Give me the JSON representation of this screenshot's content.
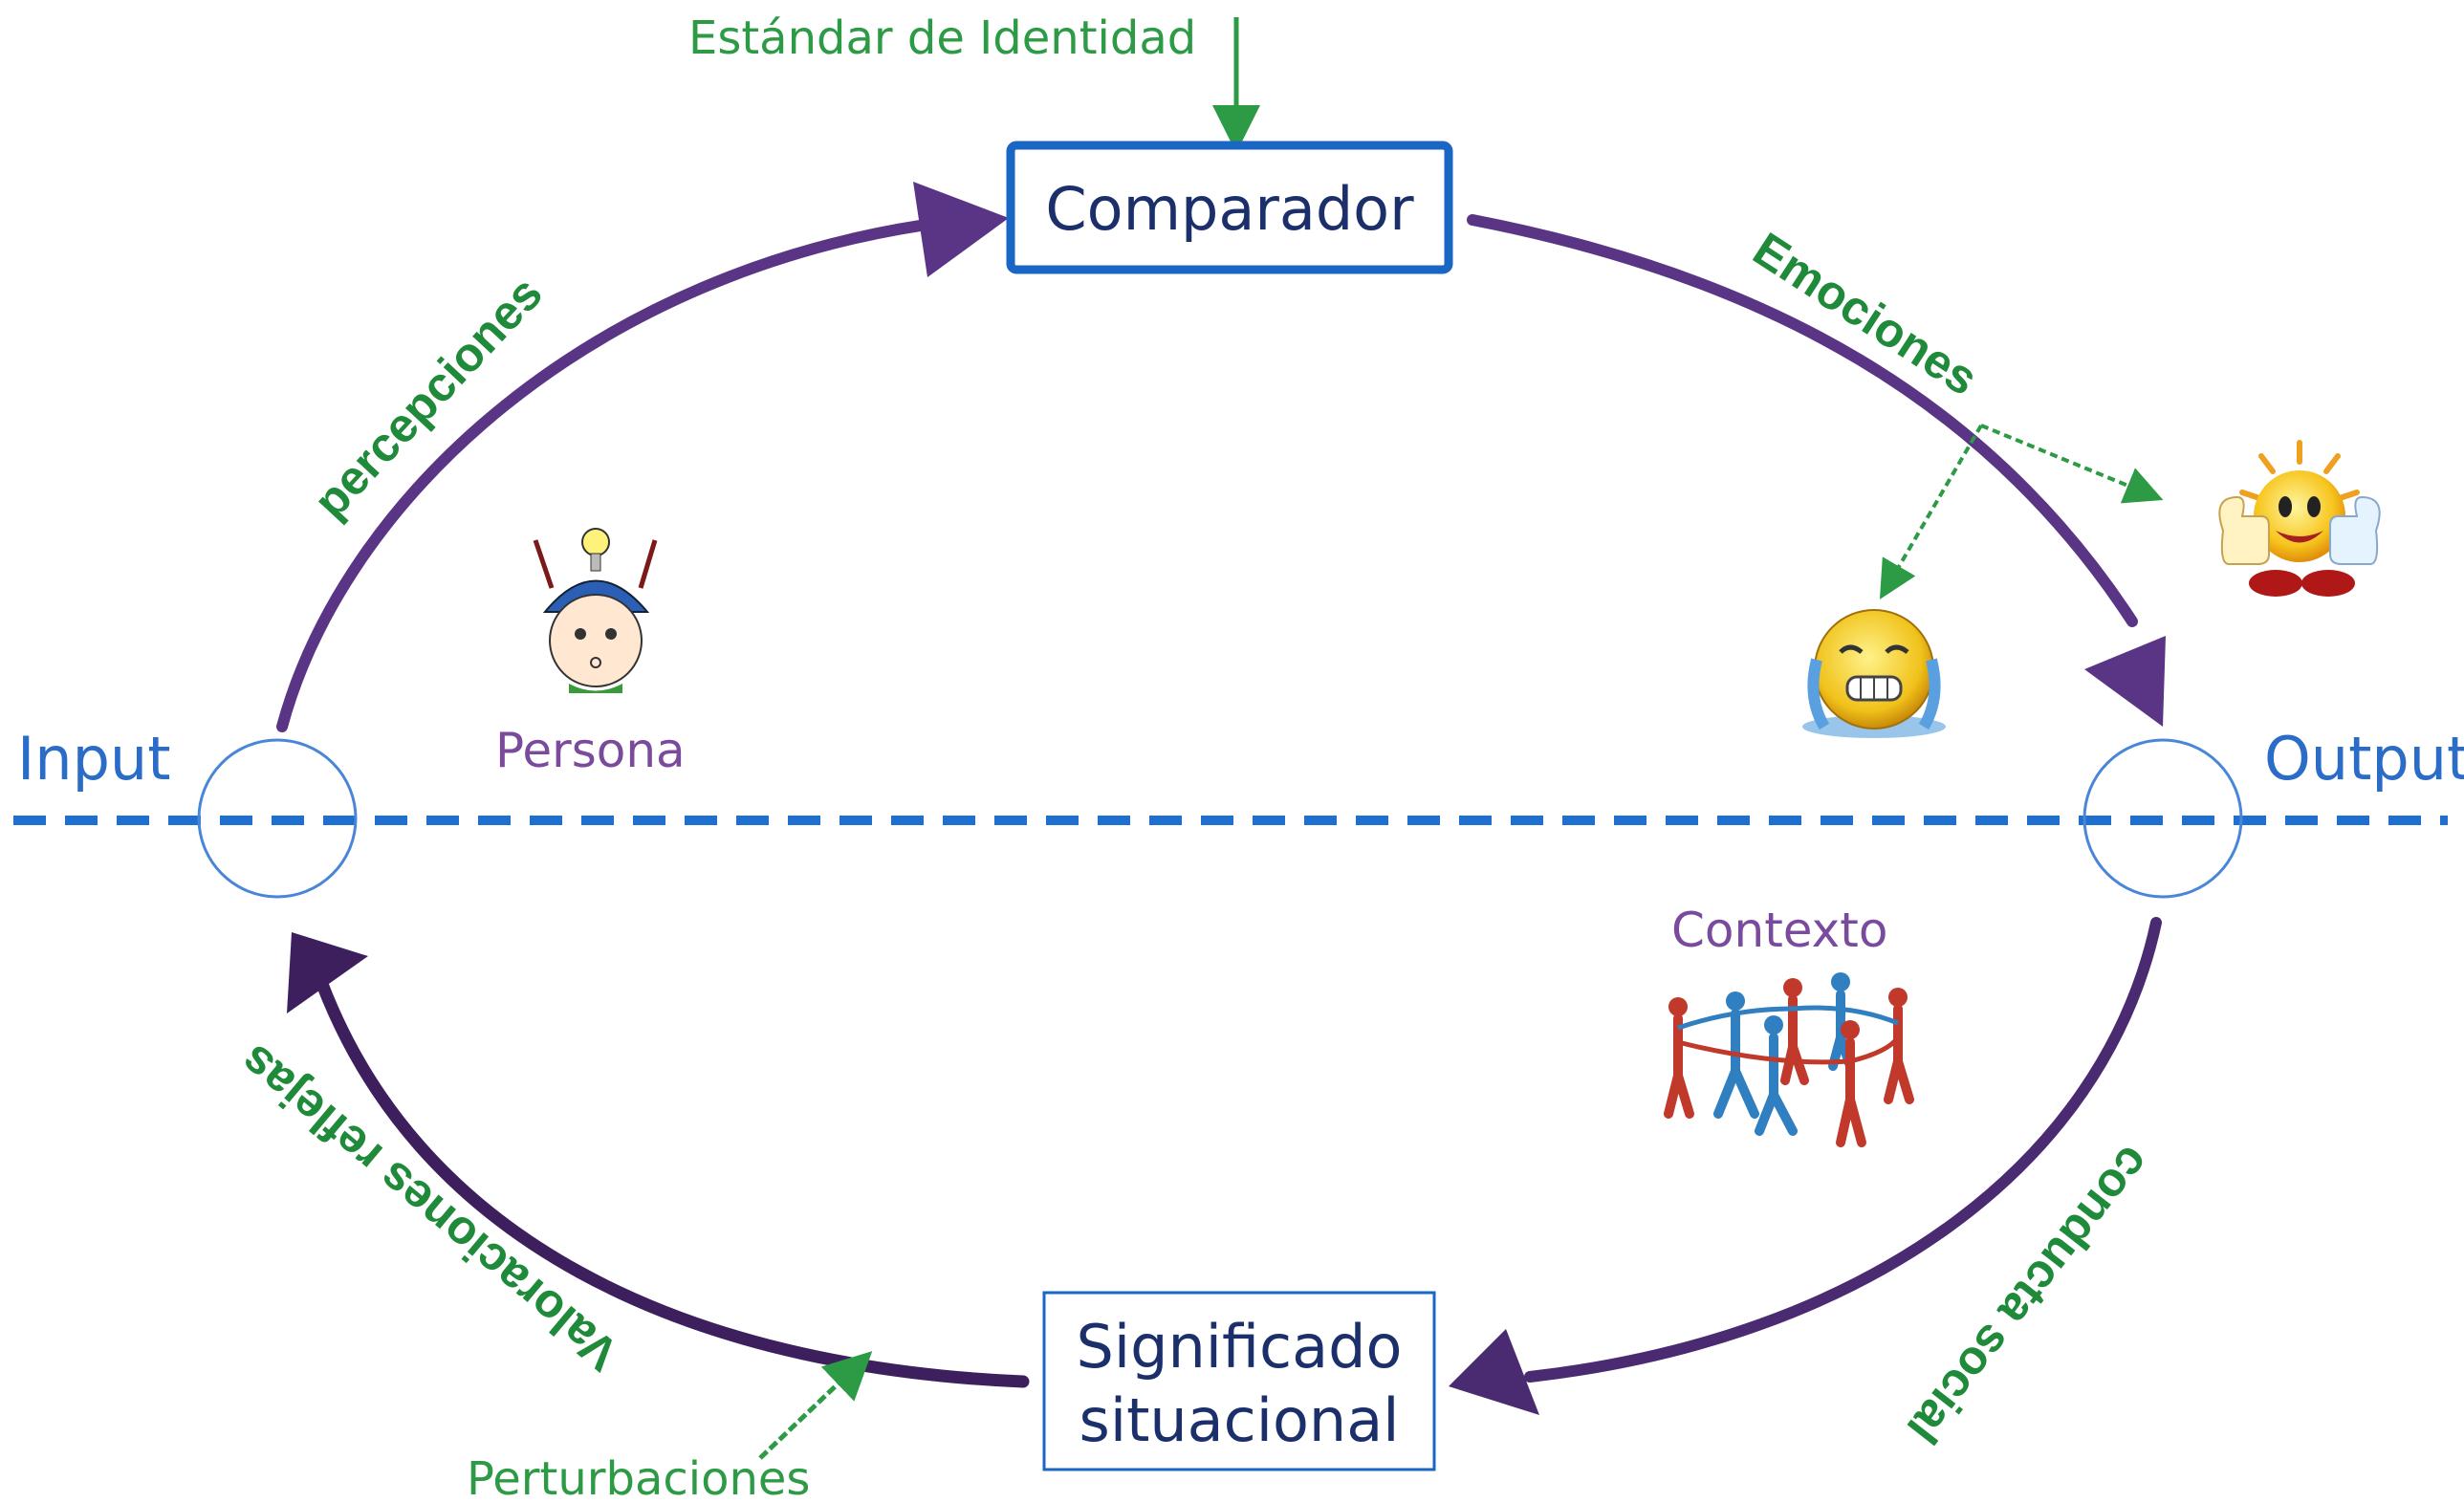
{
  "diagram": {
    "nodes": {
      "comparador": "Comparador",
      "significado_line1": "Significado",
      "significado_line2": "situacional",
      "input": "Input",
      "output": "Output"
    },
    "labels": {
      "estandar": "Estándar de Identidad",
      "percepciones": "percepciones",
      "emociones": "Emociones",
      "persona": "Persona",
      "contexto": "Contexto",
      "conducta": "conducta social",
      "valoraciones": "Valoraciones reflejas",
      "perturbaciones": "Perturbaciones"
    },
    "illustrations": {
      "persona": "thinking-cap-person-icon",
      "happy": "happy-sun-thumbs-up-icon",
      "sad": "crying-face-icon",
      "context": "people-circle-icon"
    },
    "colors": {
      "arc": "#5b3585",
      "arc_dark": "#3d1f5e",
      "divider": "#1e6fcf",
      "box_border": "#1a66c4",
      "green": "#1f8a3a",
      "purple_text": "#7a4a9c"
    }
  }
}
